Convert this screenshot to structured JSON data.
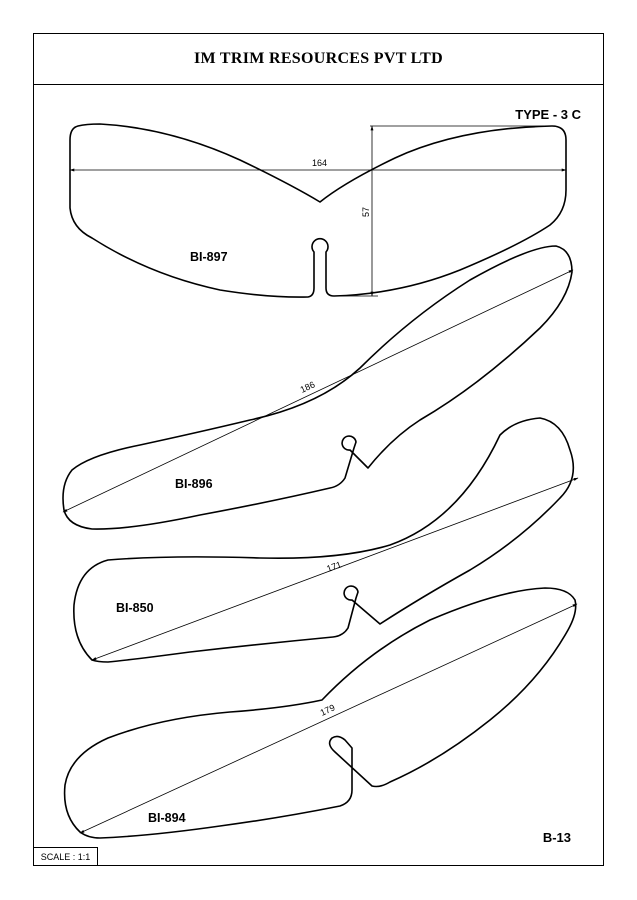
{
  "header": {
    "company": "IM TRIM RESOURCES PVT LTD"
  },
  "type_label": "TYPE - 3 C",
  "parts": [
    {
      "code": "BI-897",
      "dimensions": [
        {
          "value": "164"
        },
        {
          "value": "57"
        }
      ]
    },
    {
      "code": "BI-896",
      "dimensions": [
        {
          "value": "186"
        }
      ]
    },
    {
      "code": "BI-850",
      "dimensions": [
        {
          "value": "171"
        }
      ]
    },
    {
      "code": "BI-894",
      "dimensions": [
        {
          "value": "179"
        }
      ]
    }
  ],
  "footer": {
    "sheet_number": "B-13",
    "scale": "SCALE : 1:1"
  }
}
